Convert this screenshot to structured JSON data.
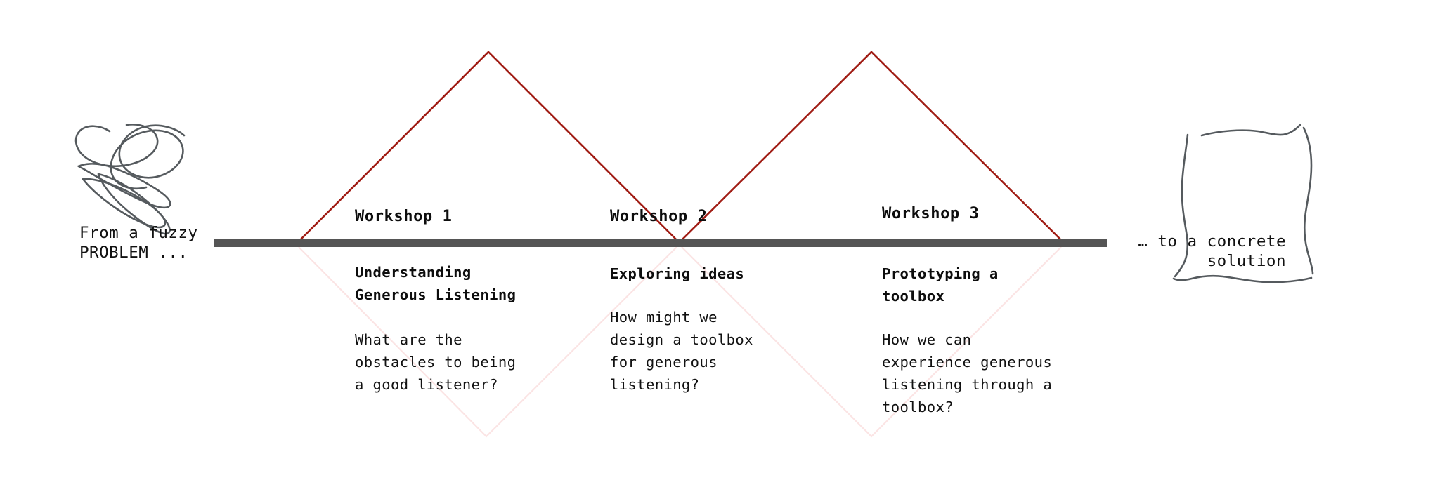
{
  "diagram": {
    "title": "Workshop journey from fuzzy problem to concrete solution",
    "colors": {
      "bar": "#555555",
      "peak_line": "#a01c14",
      "valley_line": "#fbe4e4",
      "sketch": "#555a5e",
      "text": "#111111"
    }
  },
  "left": {
    "caption": "From a fuzzy\nPROBLEM ...",
    "sketch_name": "fuzzy-scribble"
  },
  "right": {
    "caption": "… to a concrete\nsolution",
    "sketch_name": "concrete-square"
  },
  "workshops": [
    {
      "label": "Workshop 1",
      "subtitle": "Understanding\nGenerous Listening",
      "question": "What are the\nobstacles to being\na good listener?"
    },
    {
      "label": "Workshop 2",
      "subtitle": "Exploring ideas",
      "question": "How might we\ndesign a toolbox\nfor generous\nlistening?"
    },
    {
      "label": "Workshop 3",
      "subtitle": "Prototyping a\ntoolbox",
      "question": "How we can\nexperience generous\nlistening through a\ntoolbox?"
    }
  ]
}
